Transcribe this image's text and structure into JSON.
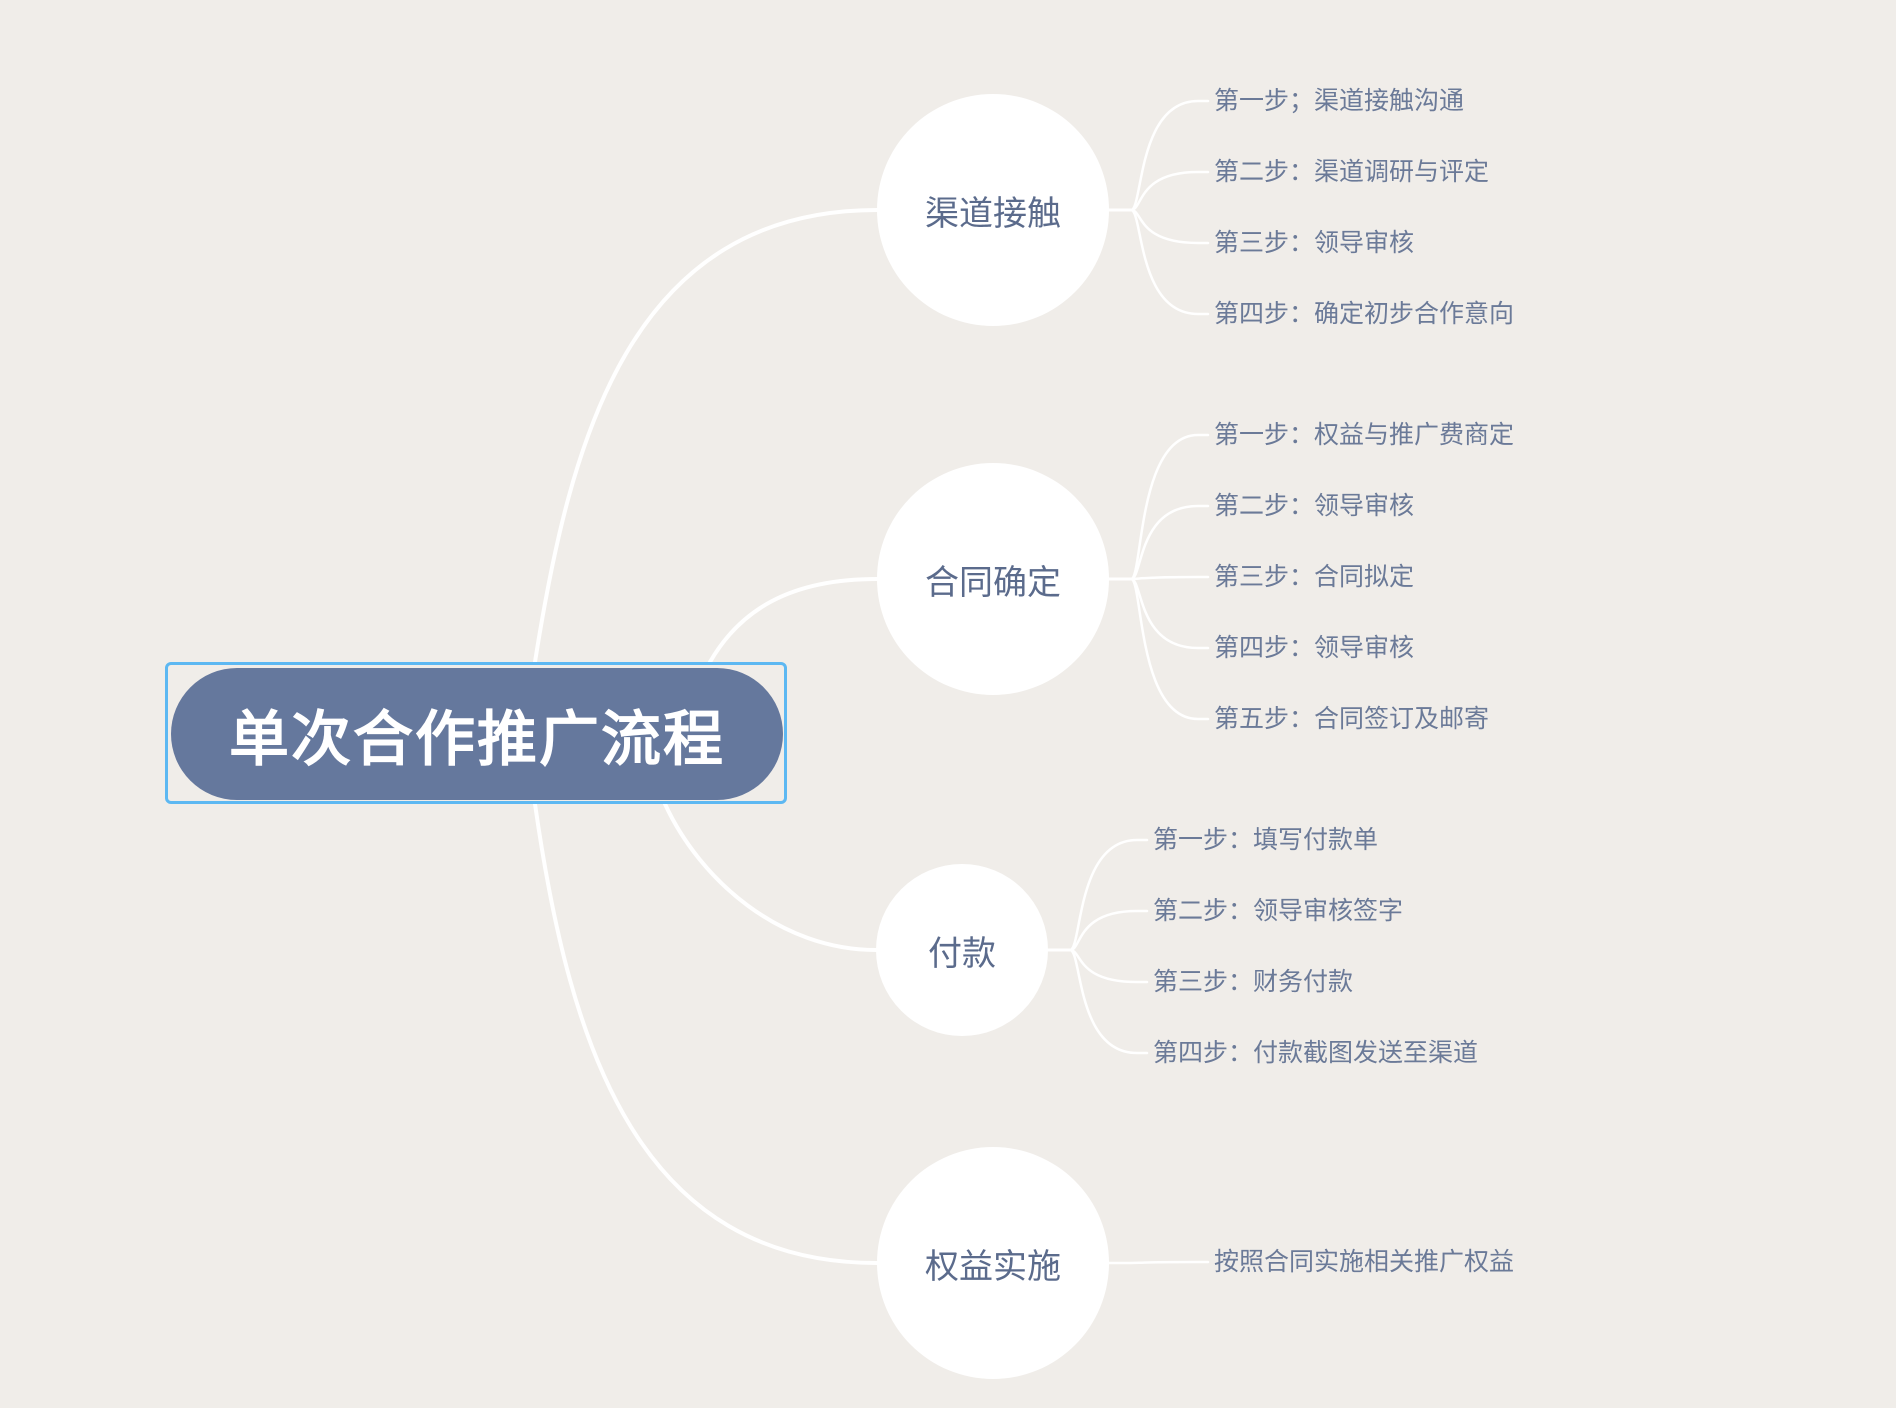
{
  "colors": {
    "background": "#f0ede9",
    "root_fill": "#65789d",
    "root_text": "#ffffff",
    "selection_border": "#5db8f2",
    "branch_text": "#5b6b8c",
    "leaf_text": "#6b7a98",
    "connector": "#ffffff"
  },
  "root": {
    "label": "单次合作推广流程"
  },
  "branches": [
    {
      "label": "渠道接触",
      "children": [
        "第一步；渠道接触沟通",
        "第二步：渠道调研与评定",
        "第三步：领导审核",
        "第四步：确定初步合作意向"
      ]
    },
    {
      "label": "合同确定",
      "children": [
        "第一步：权益与推广费商定",
        "第二步：领导审核",
        "第三步：合同拟定",
        "第四步：领导审核",
        "第五步：合同签订及邮寄"
      ]
    },
    {
      "label": "付款",
      "children": [
        "第一步：填写付款单",
        "第二步：领导审核签字",
        "第三步：财务付款",
        "第四步：付款截图发送至渠道"
      ]
    },
    {
      "label": "权益实施",
      "children": [
        "按照合同实施相关推广权益"
      ]
    }
  ]
}
